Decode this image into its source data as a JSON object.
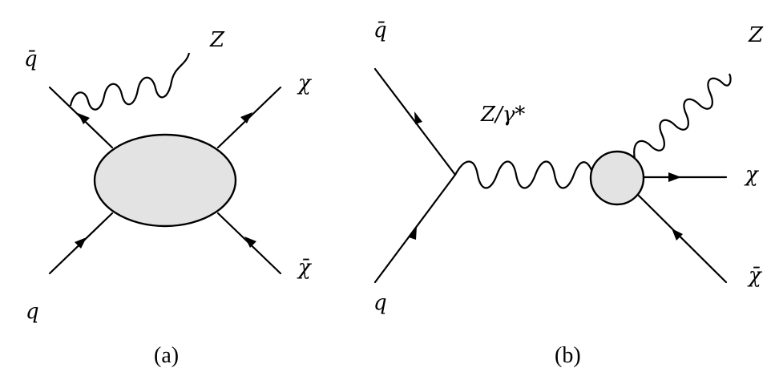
{
  "diagram_a": {
    "caption": "(a)",
    "labels": {
      "qbar": "q̄",
      "q": "q",
      "z": "Z",
      "chi": "χ",
      "chibar": "χ̄"
    }
  },
  "diagram_b": {
    "caption": "(b)",
    "labels": {
      "qbar": "q̄",
      "q": "q",
      "propagator": "Z/γ*",
      "z": "Z",
      "chi": "χ",
      "chibar": "χ̄"
    }
  }
}
